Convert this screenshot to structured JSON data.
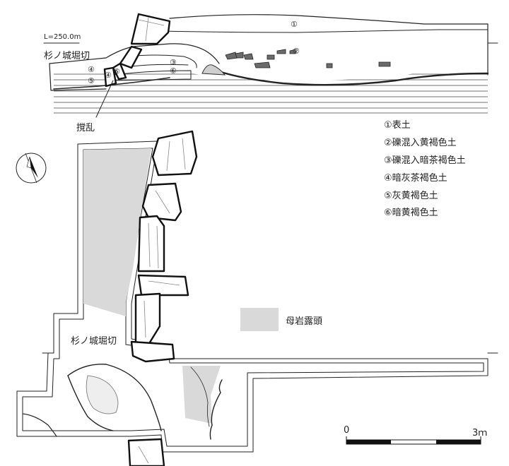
{
  "section": {
    "elevation_label": "L=250.0m",
    "ditch_label": "杉ノ城堀切",
    "layer_marks": [
      "①",
      "②",
      "③",
      "④",
      "⑤",
      "⑥",
      "④",
      "⑤"
    ],
    "disturbance_label": "撹乱"
  },
  "legend": {
    "items": [
      "①表土",
      "②礫混入黄褐色土",
      "③礫混入暗茶褐色土",
      "④暗灰茶褐色土",
      "⑤灰黄褐色土",
      "⑥暗黄褐色土"
    ],
    "bedrock_label": "母岩露頭",
    "bedrock_color": "#d9d9d9"
  },
  "plan": {
    "ditch_label": "杉ノ城堀切"
  },
  "scale": {
    "start_label": "0",
    "end_label": "3ｍ"
  },
  "colors": {
    "line": "#222222",
    "bedrock": "#d9d9d9",
    "stone_fill": "#6b6b6b"
  }
}
